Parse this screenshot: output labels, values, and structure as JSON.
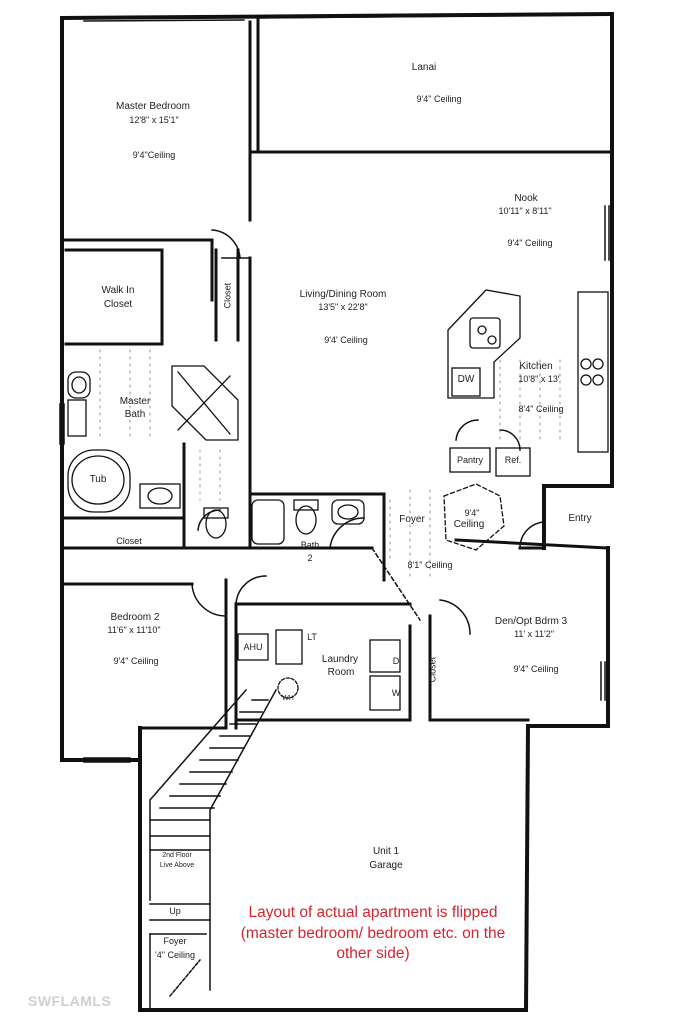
{
  "rooms": {
    "lanai": {
      "name": "Lanai",
      "ceiling": "9'4\" Ceiling"
    },
    "master_bedroom": {
      "name": "Master Bedroom",
      "size": "12'8\" x 15'1\"",
      "ceiling": "9'4\"Ceiling"
    },
    "nook": {
      "name": "Nook",
      "size": "10'11\" x 8'11\"",
      "ceiling": "9'4\" Ceiling"
    },
    "living_dining": {
      "name": "Living/Dining Room",
      "size": "13'5\" x 22'8\"",
      "ceiling": "9'4' Ceiling"
    },
    "walk_in_closet": {
      "name_line1": "Walk In",
      "name_line2": "Closet"
    },
    "closet_vertical": {
      "name": "Closet"
    },
    "master_bath": {
      "name_line1": "Master",
      "name_line2": "Bath"
    },
    "tub": {
      "name": "Tub"
    },
    "kitchen": {
      "name": "Kitchen",
      "size": "10'8\" x 13'",
      "ceiling": "8'4\" Ceiling"
    },
    "dw": {
      "name": "DW"
    },
    "pantry": {
      "name": "Pantry"
    },
    "ref": {
      "name": "Ref."
    },
    "foyer": {
      "name": "Foyer",
      "ceiling": "8'1\" Ceiling"
    },
    "foyer_dome": {
      "line1": "9'4\"",
      "line2": "Ceiling"
    },
    "entry": {
      "name": "Entry"
    },
    "bath2": {
      "name_line1": "Bath",
      "name_line2": "2"
    },
    "closet_b2": {
      "name": "Closet"
    },
    "bedroom2": {
      "name": "Bedroom 2",
      "size": "11'6\" x 11'10\"",
      "ceiling": "9'4\" Ceiling"
    },
    "ahu": {
      "name": "AHU"
    },
    "lt": {
      "name": "LT"
    },
    "laundry": {
      "name_line1": "Laundry",
      "name_line2": "Room"
    },
    "washer": {
      "name": "W"
    },
    "dryer": {
      "name": "D"
    },
    "wh": {
      "name": "WH"
    },
    "closet_den": {
      "name": "Closet"
    },
    "den": {
      "name": "Den/Opt Bdrm 3",
      "size": "11' x 11'2\"",
      "ceiling": "9'4\" Ceiling"
    },
    "garage": {
      "name_line1": "Unit 1",
      "name_line2": "Garage"
    },
    "stairs_note": {
      "line1": "2nd Floor",
      "line2": "Live Above"
    },
    "stairs_up": {
      "name": "Up"
    },
    "foyer_lower": {
      "name": "Foyer",
      "ceiling": "'4\" Ceiling"
    }
  },
  "note": {
    "text": "Layout of actual apartment is flipped (master bedroom/ bedroom etc. on the other side)",
    "color": "#d8242c"
  },
  "watermark": {
    "text": "SWFLAMLS"
  }
}
